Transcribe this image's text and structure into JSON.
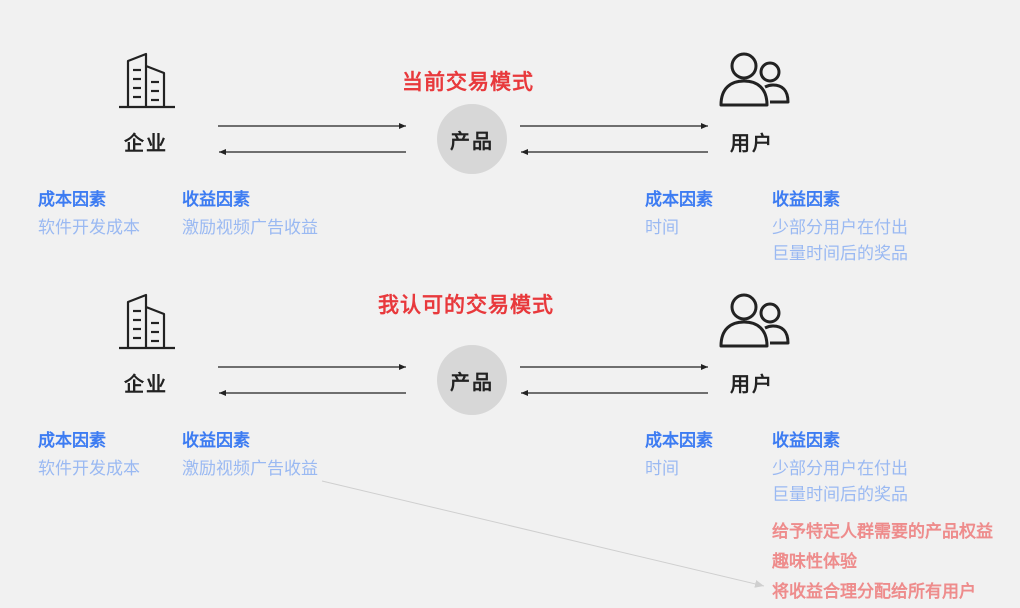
{
  "colors": {
    "title": "#e8393c",
    "header": "#3d7cf2",
    "value": "#9ab9f2",
    "extra": "#ee8c8c",
    "circle": "#d7d7d7"
  },
  "icons": [
    "building-icon",
    "users-icon"
  ],
  "sections": [
    {
      "title": "当前交易模式",
      "company": "企业",
      "product": "产品",
      "user": "用户",
      "company_cost_header": "成本因素",
      "company_cost_value": "软件开发成本",
      "company_income_header": "收益因素",
      "company_income_value": "激励视频广告收益",
      "user_cost_header": "成本因素",
      "user_cost_value": "时间",
      "user_income_header": "收益因素",
      "user_income_lines": [
        "少部分用户在付出",
        "巨量时间后的奖品"
      ]
    },
    {
      "title": "我认可的交易模式",
      "company": "企业",
      "product": "产品",
      "user": "用户",
      "company_cost_header": "成本因素",
      "company_cost_value": "软件开发成本",
      "company_income_header": "收益因素",
      "company_income_value": "激励视频广告收益",
      "user_cost_header": "成本因素",
      "user_cost_value": "时间",
      "user_income_header": "收益因素",
      "user_income_lines": [
        "少部分用户在付出",
        "巨量时间后的奖品"
      ],
      "user_income_extra": [
        "给予特定人群需要的产品权益",
        "趣味性体验",
        "将收益合理分配给所有用户"
      ]
    }
  ]
}
